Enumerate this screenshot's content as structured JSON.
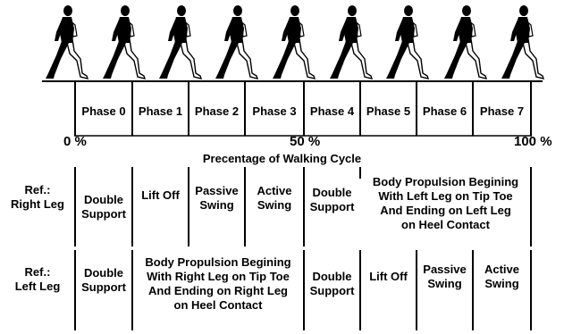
{
  "phases": [
    "Phase 0",
    "Phase 1",
    "Phase 2",
    "Phase 3",
    "Phase 4",
    "Phase 5",
    "Phase 6",
    "Phase 7"
  ],
  "percent_marks": {
    "start": "0 %",
    "mid": "50 %",
    "end": "100 %"
  },
  "axis_caption": "Precentage of Walking Cycle",
  "right_leg": {
    "ref_label": "Ref.:\nRight Leg",
    "cells": [
      "Double\nSupport",
      "Lift Off",
      "Passive\nSwing",
      "Active\nSwing",
      "Double\nSupport",
      "Body Propulsion Begining\nWith Left Leg on Tip Toe\nAnd Ending on Left Leg\non Heel Contact"
    ]
  },
  "left_leg": {
    "ref_label": "Ref.:\nLeft Leg",
    "cells": [
      "Double\nSupport",
      "Body Propulsion Begining\nWith Right Leg on Tip Toe\nAnd Ending on Right Leg\non Heel Contact",
      "Double\nSupport",
      "Lift Off",
      "Passive\nSwing",
      "Active\nSwing"
    ]
  },
  "figure_count": 9
}
